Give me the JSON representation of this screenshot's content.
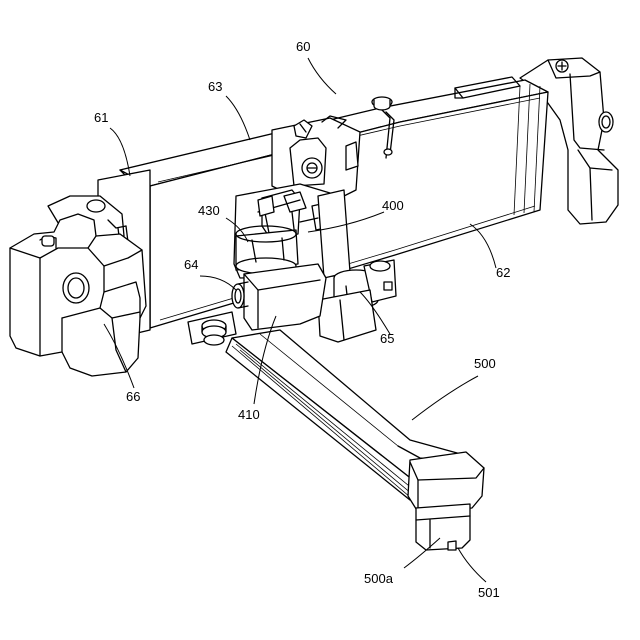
{
  "figure": {
    "labels": {
      "l60": "60",
      "l63": "63",
      "l61": "61",
      "l430": "430",
      "l400": "400",
      "l62": "62",
      "l64": "64",
      "l65": "65",
      "l66": "66",
      "l410": "410",
      "l500": "500",
      "l500a": "500a",
      "l501": "501"
    }
  }
}
